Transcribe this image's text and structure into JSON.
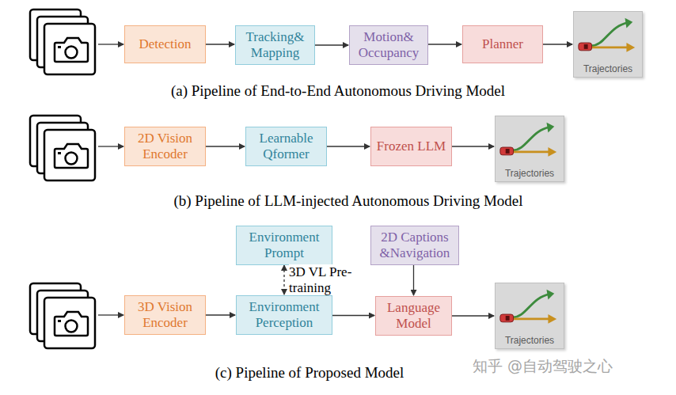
{
  "diagram": {
    "nodes": [
      {
        "text": [
          "Detection"
        ]
      },
      {
        "text": [
          "Tracking& Mapping"
        ]
      },
      {
        "text": [
          "Motion& Occupancy"
        ]
      },
      {
        "text": [
          "Planner"
        ]
      },
      {
        "text": [
          "Trajectories"
        ]
      },
      {
        "text": [
          "2D Vision Encoder"
        ]
      },
      {
        "text": [
          "Learnable Qformer"
        ]
      },
      {
        "text": [
          "Frozen LLM"
        ]
      },
      {
        "text": [
          "Trajectories"
        ]
      },
      {
        "text": [
          "Environment Prompt"
        ]
      },
      {
        "text": [
          "2D Captions &Navigation"
        ]
      },
      {
        "text": [
          "3D Vision Encoder"
        ]
      },
      {
        "text": [
          "Environment Perception"
        ]
      },
      {
        "text": [
          "Language Model"
        ]
      },
      {
        "text": [
          "Trajectories"
        ]
      }
    ],
    "edges": [
      {
        "from": 0,
        "to": 1,
        "arrow": "to"
      },
      {
        "from": 1,
        "to": 2,
        "arrow": "to"
      },
      {
        "from": 2,
        "to": 3,
        "arrow": "to"
      },
      {
        "from": 3,
        "to": 4,
        "arrow": "to"
      },
      {
        "from": 5,
        "to": 6,
        "arrow": "to"
      },
      {
        "from": 6,
        "to": 7,
        "arrow": "to"
      },
      {
        "from": 7,
        "to": 8,
        "arrow": "to"
      },
      {
        "from": 9,
        "to": 12,
        "arrow": "both",
        "label": "3D VL Pre-training"
      },
      {
        "from": 10,
        "to": 13,
        "arrow": "to"
      },
      {
        "from": 11,
        "to": 12,
        "arrow": "to"
      },
      {
        "from": 12,
        "to": 13,
        "arrow": "to"
      },
      {
        "from": 13,
        "to": 14,
        "arrow": "to"
      }
    ],
    "labels": [
      "(a) Pipeline of End-to-End Autonomous Driving Model",
      "(b) Pipeline of LLM-injected Autonomous Driving Model",
      "(c) Pipeline of Proposed Model",
      "知乎 @自动驾驶之心"
    ]
  }
}
